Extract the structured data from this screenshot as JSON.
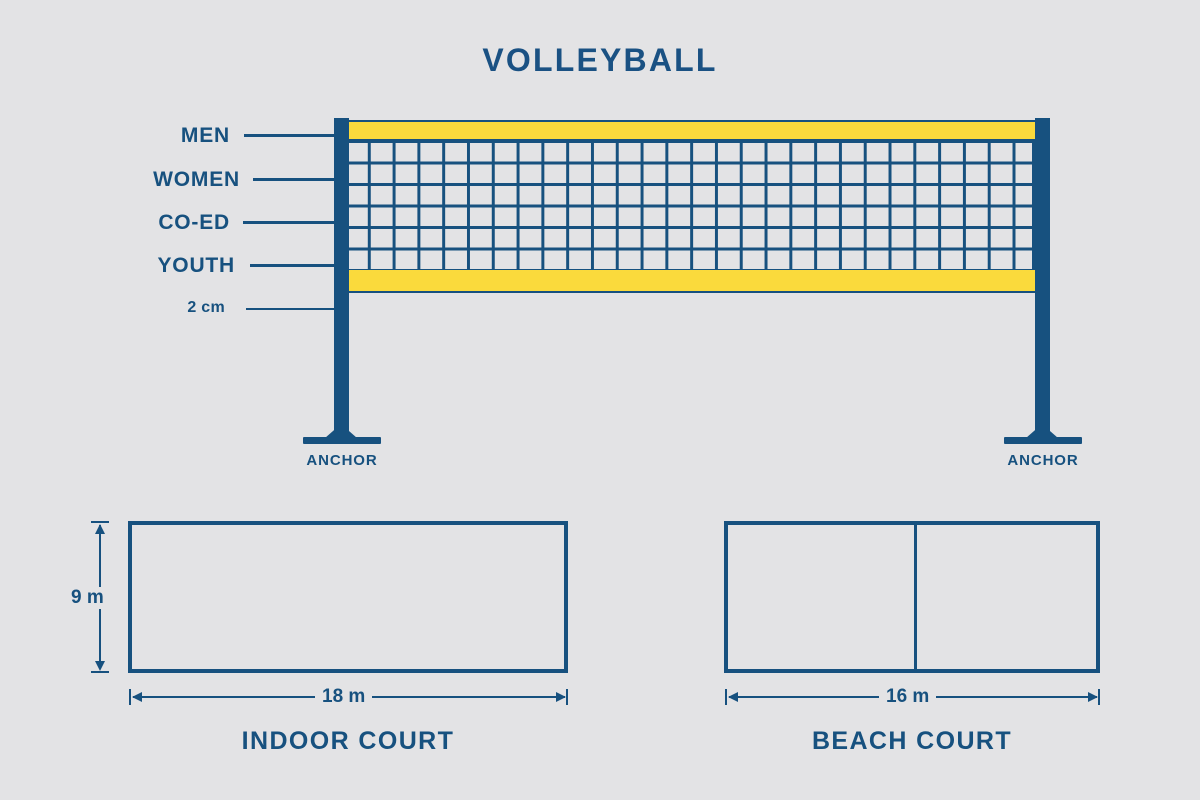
{
  "title": "VOLLEYBALL",
  "colors": {
    "background": "#e3e3e5",
    "ink": "#17517f",
    "title": "#1a5183",
    "tape": "#fada3c"
  },
  "net": {
    "height_labels": [
      {
        "id": "men",
        "label": "MEN"
      },
      {
        "id": "women",
        "label": "WOMEN"
      },
      {
        "id": "coed",
        "label": "CO-ED"
      },
      {
        "id": "youth",
        "label": "YOUTH"
      },
      {
        "id": "tape",
        "label": "2 cm"
      }
    ],
    "anchor_left_label": "ANCHOR",
    "anchor_right_label": "ANCHOR",
    "mesh_columns": 28,
    "mesh_rows": 6
  },
  "courts": [
    {
      "id": "indoor",
      "caption": "INDOOR COURT",
      "width_label": "18 m",
      "height_label": "9 m",
      "has_center_line": false
    },
    {
      "id": "beach",
      "caption": "BEACH COURT",
      "width_label": "16 m",
      "height_label": "",
      "has_center_line": true
    }
  ]
}
